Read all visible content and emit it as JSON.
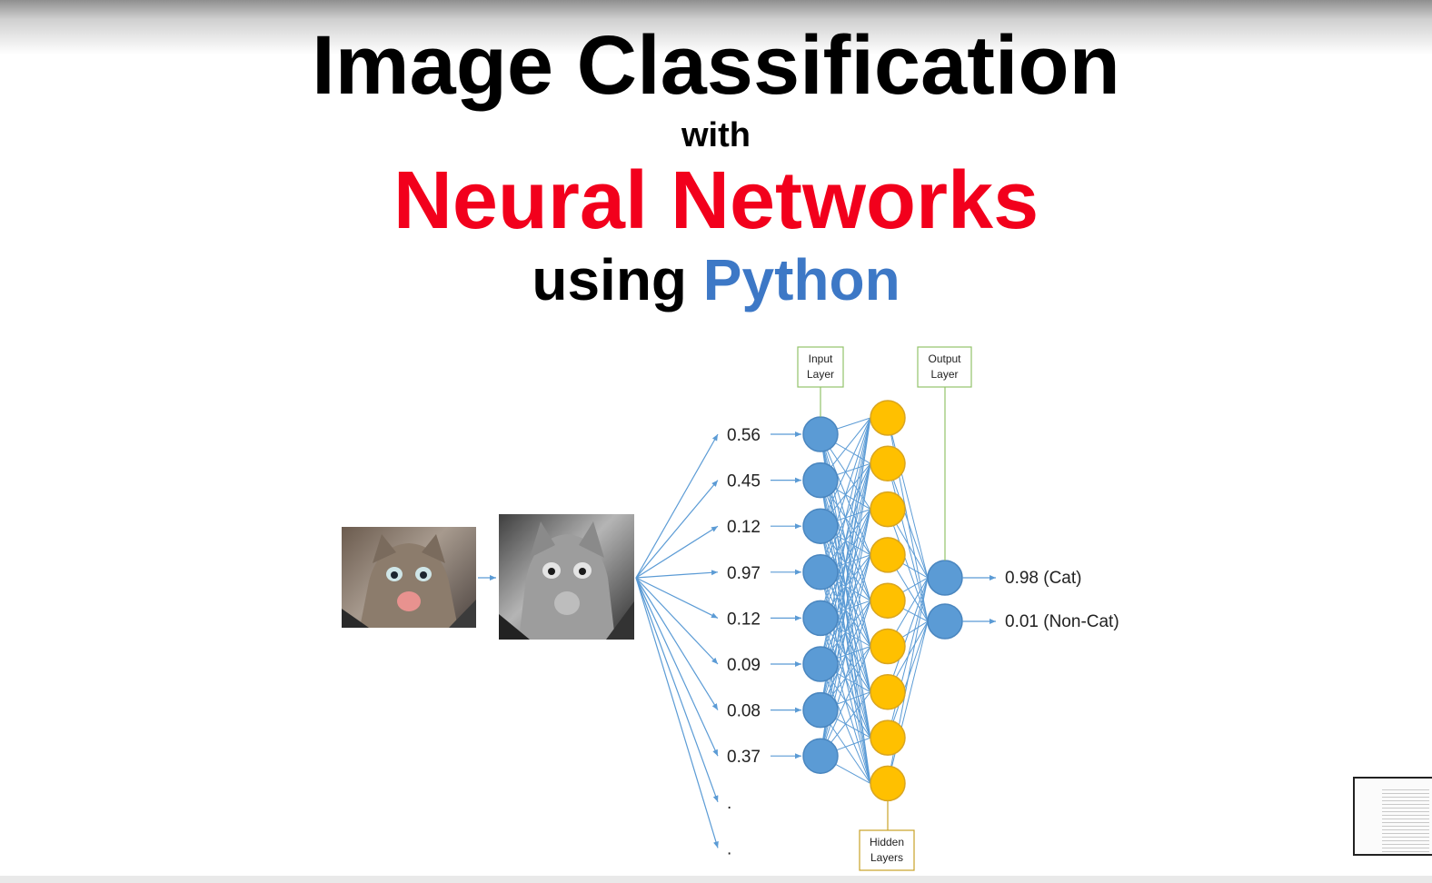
{
  "title": {
    "line1": "Image Classification",
    "line2": "with",
    "line3": "Neural Networks",
    "line4_prefix": "using ",
    "line4_highlight": "Python"
  },
  "colors": {
    "title_red": "#f2001c",
    "python_blue": "#3d78c6",
    "input_node": "#5b9bd5",
    "hidden_node": "#ffc000",
    "arrow": "#5b9bd5",
    "label_box_border": "#92c36a"
  },
  "diagram": {
    "labels": {
      "input": [
        "Input",
        "Layer"
      ],
      "output": [
        "Output",
        "Layer"
      ],
      "hidden": [
        "Hidden",
        "Layers"
      ]
    },
    "input_values": [
      "0.56",
      "0.45",
      "0.12",
      "0.97",
      "0.12",
      "0.09",
      "0.08",
      "0.37",
      ".",
      "."
    ],
    "outputs": [
      "0.98 (Cat)",
      "0.01 (Non-Cat)"
    ],
    "input_node_count": 8,
    "hidden_node_count": 9,
    "output_node_count": 2
  }
}
